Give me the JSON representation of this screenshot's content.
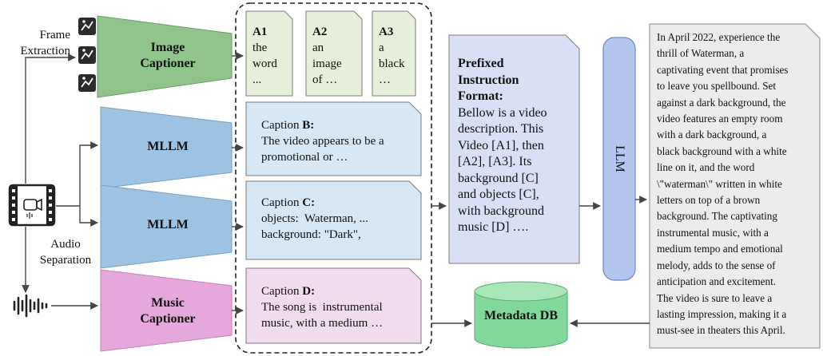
{
  "inputs": {
    "frame_extraction": "Frame\nExtraction",
    "audio_separation": "Audio\nSeparation"
  },
  "models": {
    "image_captioner": "Image\nCaptioner",
    "mllm_1": "MLLM",
    "mllm_2": "MLLM",
    "music_captioner": "Music\nCaptioner",
    "llm": "LLM",
    "metadata_db": "Metadata DB"
  },
  "frame_captions": [
    {
      "id": "A1",
      "text": "the\nword\n..."
    },
    {
      "id": "A2",
      "text": "an\nimage\nof …"
    },
    {
      "id": "A3",
      "text": "a\nblack\n…"
    }
  ],
  "captions": {
    "b": {
      "prefix": "Caption ",
      "id": "B:",
      "text": "The video appears to be a\npromotional or …"
    },
    "c": {
      "prefix": "Caption ",
      "id": "C:",
      "text": "objects:  Waterman, ...\nbackground: \"Dark\","
    },
    "d": {
      "prefix": "Caption ",
      "id": "D:",
      "text": "The song is  instrumental\nmusic, with a medium …"
    }
  },
  "instruction": {
    "title": "Prefixed\nInstruction\nFormat:",
    "body": "Bellow is a video\ndescription. This\nVideo [A1], then\n[A2], [A3]. Its\nbackground [C]\nand objects [C],\nwith background\nmusic [D] …."
  },
  "output_text": "In April 2022, experience the\nthrill of Waterman, a\ncaptivating event that promises\nto leave you spellbound. Set\nagainst a dark background, the\nvideo features an empty room\nwith a dark background, a\nblack background with a white\nline on it, and the word\n\\\"waterman\\\" written in white\nletters on top of a brown\nbackground. The captivating\ninstrumental music, with a\nmedium tempo and emotional\nmelody, adds to the sense of\nanticipation and excitement.\nThe video is sure to leave a\nlasting impression, making it a\nmust-see in theaters this April.",
  "colors": {
    "image_captioner": "#8fc58a",
    "mllm": "#9cc3e2",
    "music_captioner": "#e4a8dc",
    "llm": "#b4c6ee",
    "metadata_db": "#82d79a",
    "frame_caption_fill": "#e5efd9",
    "caption_fill": "#d6e8f6",
    "music_caption_fill": "#f1dcef",
    "instruction_fill": "#d9dff5",
    "output_fill": "#ececec"
  }
}
